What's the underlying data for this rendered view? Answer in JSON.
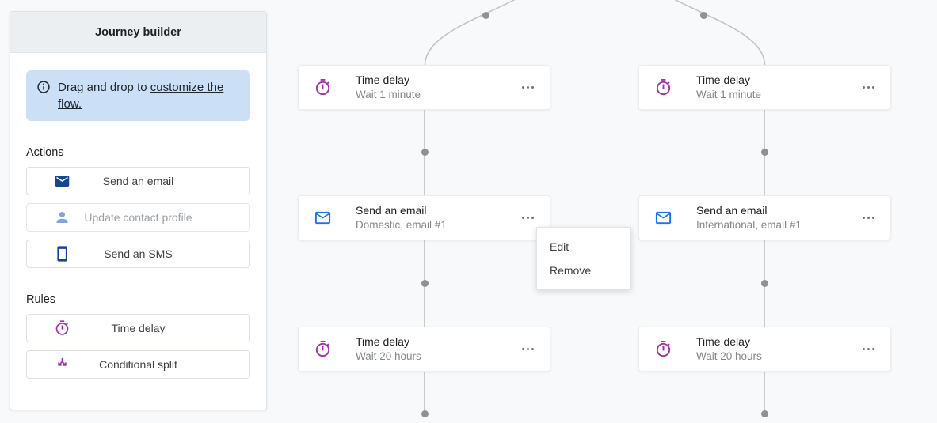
{
  "sidebar": {
    "title": "Journey builder",
    "info": {
      "prefix": "Drag and drop to ",
      "link_text": "customize the flow."
    },
    "sections": [
      {
        "label": "Actions",
        "items": [
          {
            "label": "Send an email",
            "icon": "email-icon",
            "enabled": true
          },
          {
            "label": "Update contact profile",
            "icon": "person-icon",
            "enabled": false
          },
          {
            "label": "Send an SMS",
            "icon": "smartphone-icon",
            "enabled": true
          }
        ]
      },
      {
        "label": "Rules",
        "items": [
          {
            "label": "Time delay",
            "icon": "timer-icon",
            "enabled": true
          },
          {
            "label": "Conditional split",
            "icon": "split-icon",
            "enabled": true
          }
        ]
      }
    ]
  },
  "flow": {
    "nodes": [
      {
        "branch": "left",
        "row": 1,
        "title": "Time delay",
        "subtitle": "Wait 1 minute",
        "icon": "timer-icon"
      },
      {
        "branch": "right",
        "row": 1,
        "title": "Time delay",
        "subtitle": "Wait 1 minute",
        "icon": "timer-icon"
      },
      {
        "branch": "left",
        "row": 2,
        "title": "Send an email",
        "subtitle": "Domestic, email #1",
        "icon": "email-icon"
      },
      {
        "branch": "right",
        "row": 2,
        "title": "Send an email",
        "subtitle": "International, email #1",
        "icon": "email-icon"
      },
      {
        "branch": "left",
        "row": 3,
        "title": "Time delay",
        "subtitle": "Wait 20 hours",
        "icon": "timer-icon"
      },
      {
        "branch": "right",
        "row": 3,
        "title": "Time delay",
        "subtitle": "Wait 20 hours",
        "icon": "timer-icon"
      }
    ]
  },
  "context_menu": {
    "items": [
      {
        "label": "Edit"
      },
      {
        "label": "Remove"
      }
    ]
  },
  "colors": {
    "accent_blue": "#1a73e8",
    "navy_icon": "#17468f",
    "purple_icon": "#a232a8",
    "disabled_icon_blue": "#84a4d8",
    "info_box_bg": "#cbdff6",
    "connector_gray": "#c9cbcd",
    "dot_gray": "#919191"
  }
}
